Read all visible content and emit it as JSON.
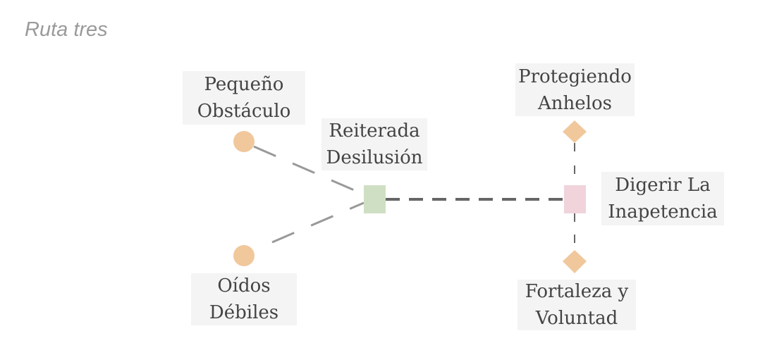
{
  "title": "Ruta tres",
  "colors": {
    "circle": "#f0c89c",
    "diamond": "#f0c89c",
    "square_green": "#cfdfc4",
    "square_pink": "#f0d3db",
    "edge_light": "#999999",
    "edge_dark": "#666666"
  },
  "nodes": {
    "pequeno": {
      "line1": "Pequeño",
      "line2": "Obstáculo",
      "shape": "circle"
    },
    "oidos": {
      "line1": "Oídos",
      "line2": "Débiles",
      "shape": "circle"
    },
    "reiterada": {
      "line1": "Reiterada",
      "line2": "Desilusión",
      "shape": "square"
    },
    "digerir": {
      "line1": "Digerir La",
      "line2": "Inapetencia",
      "shape": "square"
    },
    "protegiendo": {
      "line1": "Protegiendo",
      "line2": "Anhelos",
      "shape": "diamond"
    },
    "fortaleza": {
      "line1": "Fortaleza y",
      "line2": "Voluntad",
      "shape": "diamond"
    }
  }
}
